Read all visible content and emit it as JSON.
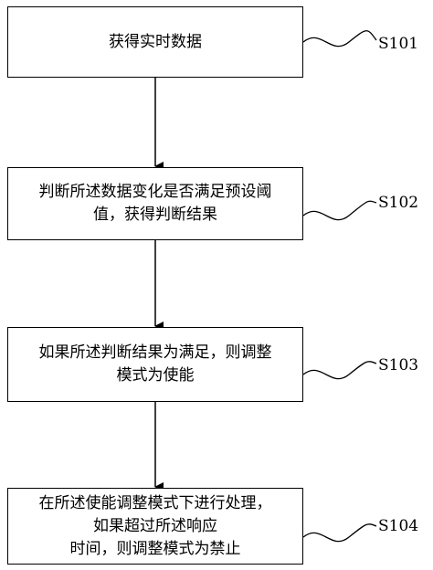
{
  "steps": [
    {
      "id": "S101",
      "text": "获得实时数据"
    },
    {
      "id": "S102",
      "text": "判断所述数据变化是否满足预设阈\n值，获得判断结果"
    },
    {
      "id": "S103",
      "text": "如果所述判断结果为满足，则调整\n模式为使能"
    },
    {
      "id": "S104",
      "text": "在所述使能调整模式下进行处理，\n如果超过所述响应\n时间，则调整模式为禁止"
    }
  ]
}
